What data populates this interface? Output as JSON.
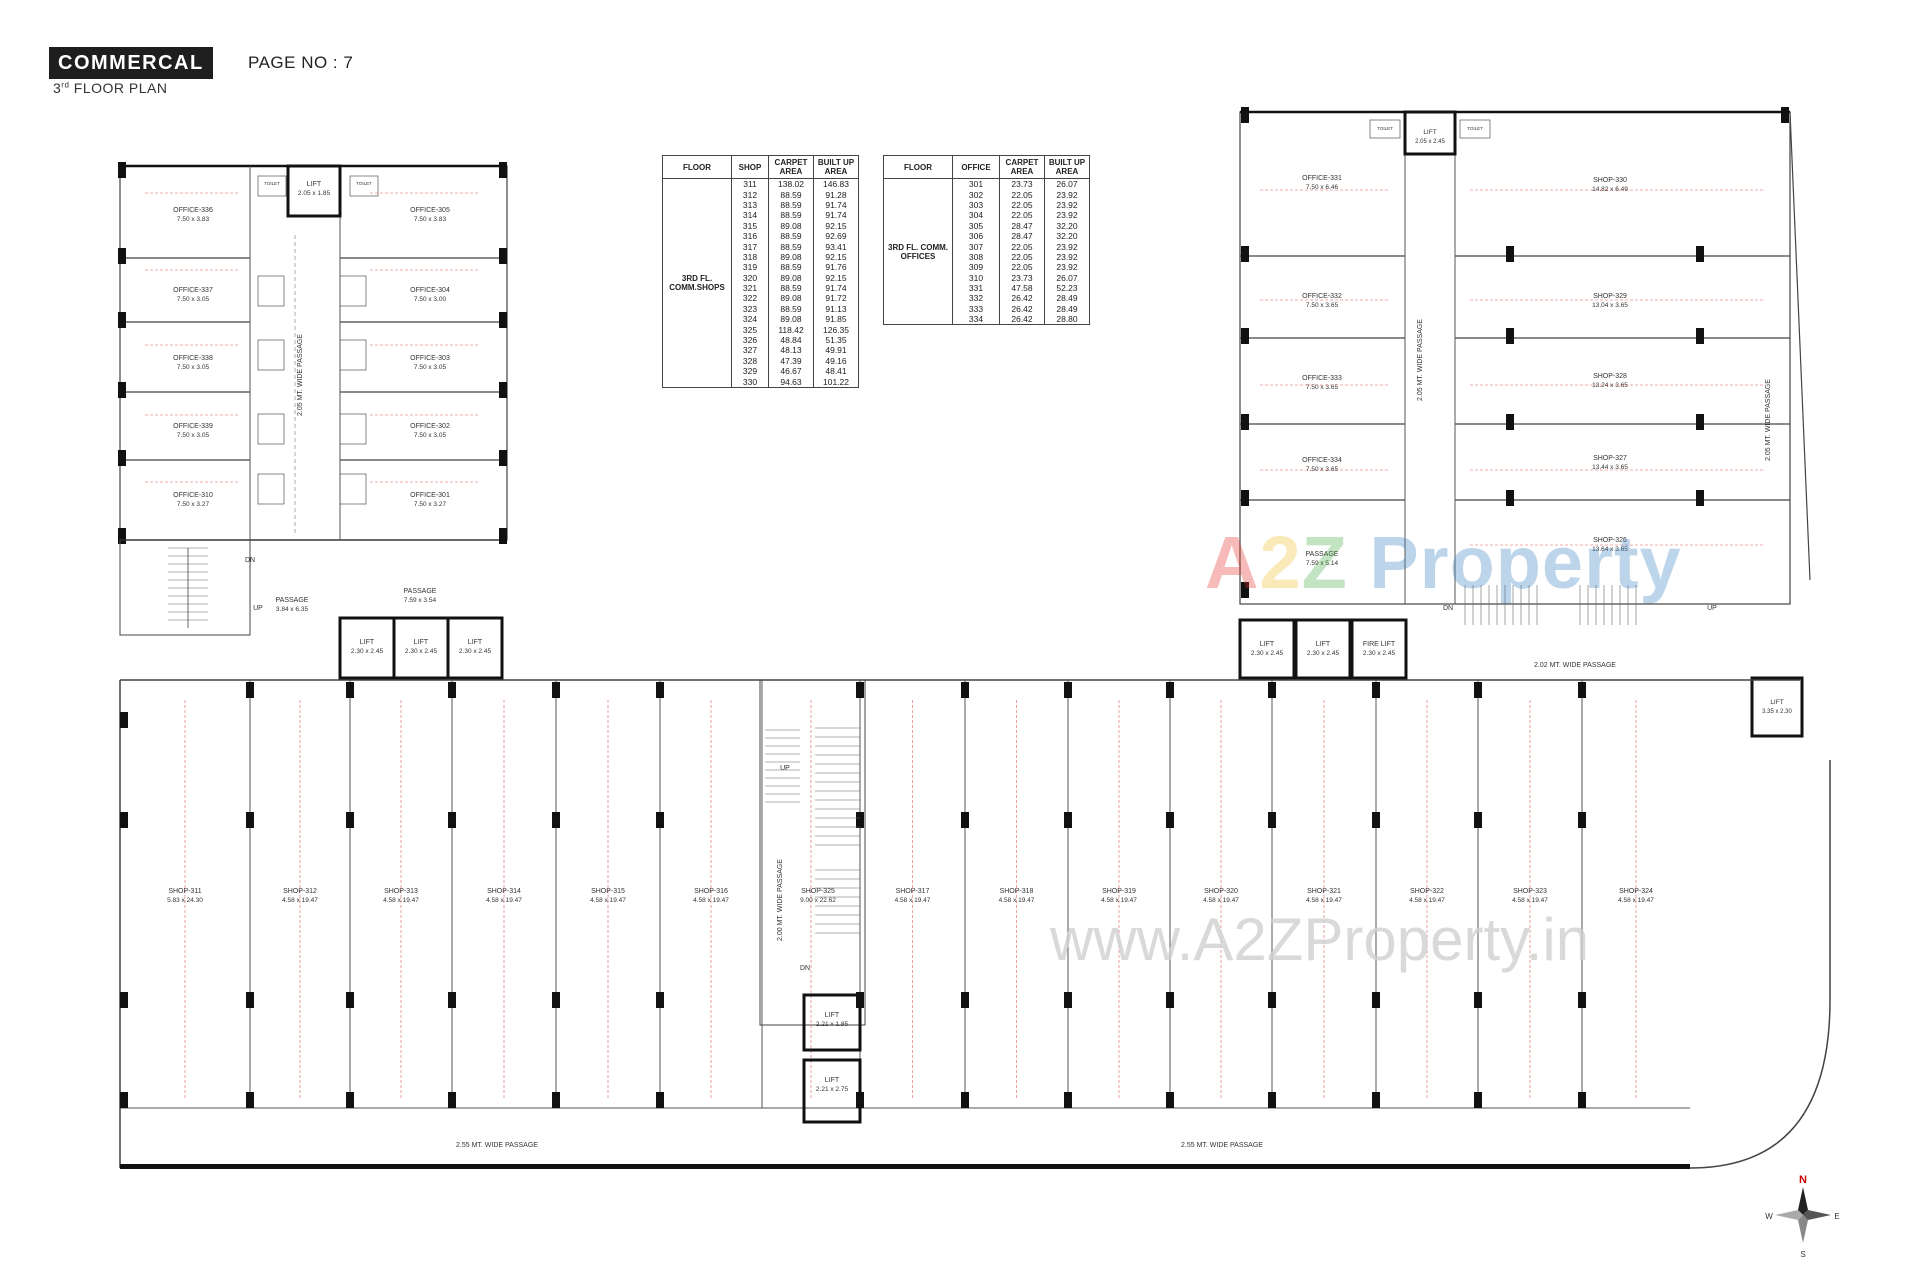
{
  "header": {
    "badge": "COMMERCAL",
    "page": "PAGE NO : 7",
    "sub_num": "3",
    "sub_sup": "rd",
    "sub_rest": " FLOOR PLAN"
  },
  "shops_table": {
    "headers": [
      "FLOOR",
      "SHOP",
      "CARPET AREA",
      "BUILT UP AREA"
    ],
    "floor_label": "3RD FL. COMM.SHOPS",
    "rows": [
      [
        "311",
        "138.02",
        "146.83"
      ],
      [
        "312",
        "88.59",
        "91.28"
      ],
      [
        "313",
        "88.59",
        "91.74"
      ],
      [
        "314",
        "88.59",
        "91.74"
      ],
      [
        "315",
        "89.08",
        "92.15"
      ],
      [
        "316",
        "88.59",
        "92.69"
      ],
      [
        "317",
        "88.59",
        "93.41"
      ],
      [
        "318",
        "89.08",
        "92.15"
      ],
      [
        "319",
        "88.59",
        "91.76"
      ],
      [
        "320",
        "89.08",
        "92.15"
      ],
      [
        "321",
        "88.59",
        "91.74"
      ],
      [
        "322",
        "89.08",
        "91.72"
      ],
      [
        "323",
        "88.59",
        "91.13"
      ],
      [
        "324",
        "89.08",
        "91.85"
      ],
      [
        "325",
        "118.42",
        "126.35"
      ],
      [
        "326",
        "48.84",
        "51.35"
      ],
      [
        "327",
        "48.13",
        "49.91"
      ],
      [
        "328",
        "47.39",
        "49.16"
      ],
      [
        "329",
        "46.67",
        "48.41"
      ],
      [
        "330",
        "94.63",
        "101.22"
      ]
    ]
  },
  "offices_table": {
    "headers": [
      "FLOOR",
      "OFFICE",
      "CARPET AREA",
      "BUILT UP AREA"
    ],
    "floor_label": "3RD FL. COMM. OFFICES",
    "rows": [
      [
        "301",
        "23.73",
        "26.07"
      ],
      [
        "302",
        "22.05",
        "23.92"
      ],
      [
        "303",
        "22.05",
        "23.92"
      ],
      [
        "304",
        "22.05",
        "23.92"
      ],
      [
        "305",
        "28.47",
        "32.20"
      ],
      [
        "306",
        "28.47",
        "32.20"
      ],
      [
        "307",
        "22.05",
        "23.92"
      ],
      [
        "308",
        "22.05",
        "23.92"
      ],
      [
        "309",
        "22.05",
        "23.92"
      ],
      [
        "310",
        "23.73",
        "26.07"
      ],
      [
        "331",
        "47.58",
        "52.23"
      ],
      [
        "332",
        "26.42",
        "28.49"
      ],
      [
        "333",
        "26.42",
        "28.49"
      ],
      [
        "334",
        "26.42",
        "28.80"
      ]
    ]
  },
  "west_offices": [
    {
      "name": "OFFICE-336",
      "size": "7.50 x 3.83"
    },
    {
      "name": "OFFICE-305",
      "size": "7.50 x 3.83"
    },
    {
      "name": "OFFICE-337",
      "size": "7.50 x 3.05"
    },
    {
      "name": "OFFICE-304",
      "size": "7.50 x 3.00"
    },
    {
      "name": "OFFICE-338",
      "size": "7.50 x 3.05"
    },
    {
      "name": "OFFICE-303",
      "size": "7.50 x 3.05"
    },
    {
      "name": "OFFICE-339",
      "size": "7.50 x 3.05"
    },
    {
      "name": "OFFICE-302",
      "size": "7.50 x 3.05"
    },
    {
      "name": "OFFICE-310",
      "size": "7.50 x 3.27"
    },
    {
      "name": "OFFICE-301",
      "size": "7.50 x 3.27"
    }
  ],
  "east_offices": [
    {
      "name": "OFFICE-331",
      "size": "7.50 x 6.46"
    },
    {
      "name": "OFFICE-332",
      "size": "7.50 x 3.65"
    },
    {
      "name": "OFFICE-333",
      "size": "7.50 x 3.65"
    },
    {
      "name": "OFFICE-334",
      "size": "7.50 x 3.65"
    }
  ],
  "east_shops": [
    {
      "name": "SHOP-330",
      "size": "14.82 x 6.49"
    },
    {
      "name": "SHOP-329",
      "size": "13.04 x 3.65"
    },
    {
      "name": "SHOP-328",
      "size": "13.24 x 3.65"
    },
    {
      "name": "SHOP-327",
      "size": "13.44 x 3.65"
    },
    {
      "name": "SHOP-326",
      "size": "13.64 x 3.65"
    }
  ],
  "bottom_shops": [
    {
      "name": "SHOP-311",
      "size": "5.83 x 24.30"
    },
    {
      "name": "SHOP-312",
      "size": "4.58 x 19.47"
    },
    {
      "name": "SHOP-313",
      "size": "4.58 x 19.47"
    },
    {
      "name": "SHOP-314",
      "size": "4.58 x 19.47"
    },
    {
      "name": "SHOP-315",
      "size": "4.58 x 19.47"
    },
    {
      "name": "SHOP-316",
      "size": "4.58 x 19.47"
    },
    {
      "name": "SHOP-317",
      "size": "4.58 x 19.47"
    },
    {
      "name": "SHOP-318",
      "size": "4.58 x 19.47"
    },
    {
      "name": "SHOP-319",
      "size": "4.58 x 19.47"
    },
    {
      "name": "SHOP-320",
      "size": "4.58 x 19.47"
    },
    {
      "name": "SHOP-321",
      "size": "4.58 x 19.47"
    },
    {
      "name": "SHOP-322",
      "size": "4.58 x 19.47"
    },
    {
      "name": "SHOP-323",
      "size": "4.58 x 19.47"
    },
    {
      "name": "SHOP-324",
      "size": "4.58 x 19.47"
    },
    {
      "name": "SHOP-325",
      "size": "9.00 x 22.62"
    }
  ],
  "lifts": [
    {
      "label": "LIFT",
      "size": "2.05 x 1.85"
    },
    {
      "label": "LIFT",
      "size": "2.05 x 2.45"
    },
    {
      "label": "LIFT",
      "size": "2.30 x 2.45"
    },
    {
      "label": "LIFT",
      "size": "2.30 x 2.45"
    },
    {
      "label": "LIFT",
      "size": "2.30 x 2.45"
    },
    {
      "label": "LIFT",
      "size": "2.30 x 2.45"
    },
    {
      "label": "LIFT",
      "size": "2.30 x 2.45"
    },
    {
      "label": "FIRE LIFT",
      "size": "2.30 x 2.45"
    },
    {
      "label": "LIFT",
      "size": "2.21 x 1.85"
    },
    {
      "label": "LIFT",
      "size": "2.21 x 2.75"
    },
    {
      "label": "LIFT",
      "size": "3.35 x 2.30"
    }
  ],
  "passages": [
    {
      "label": "PASSAGE",
      "size": "3.84 x 6.35"
    },
    {
      "label": "PASSAGE",
      "size": "7.59 x 3.54"
    },
    {
      "label": "PASSAGE",
      "size": "7.59 x 5.14"
    }
  ],
  "corridor_labels": {
    "west_vertical": "2.05 MT. WIDE PASSAGE",
    "east_vertical": "2.05 MT. WIDE PASSAGE",
    "far_east_vertical": "2.05 MT. WIDE PASSAGE",
    "center_vertical": "2.00 MT. WIDE PASSAGE",
    "east_horizontal": "2.02 MT. WIDE PASSAGE",
    "bottom_left": "2.55 MT. WIDE PASSAGE",
    "bottom_right": "2.55 MT. WIDE PASSAGE"
  },
  "stair_labels": {
    "up": "UP",
    "dn": "DN"
  },
  "compass": {
    "n": "N",
    "s": "S",
    "e": "E",
    "w": "W"
  },
  "watermarks": {
    "brand_a": "A",
    "brand_2": "2",
    "brand_z": "Z",
    "brand_rest": " Property",
    "url": "www.A2ZProperty.in"
  },
  "colors": {
    "wall": "#111111",
    "line": "#555555",
    "dim_red": "#e35b5b",
    "wm_red": "#e6332a",
    "wm_blue": "#3b82c4",
    "wm_yellow": "#f2c230",
    "wm_green": "#4cae4c"
  }
}
